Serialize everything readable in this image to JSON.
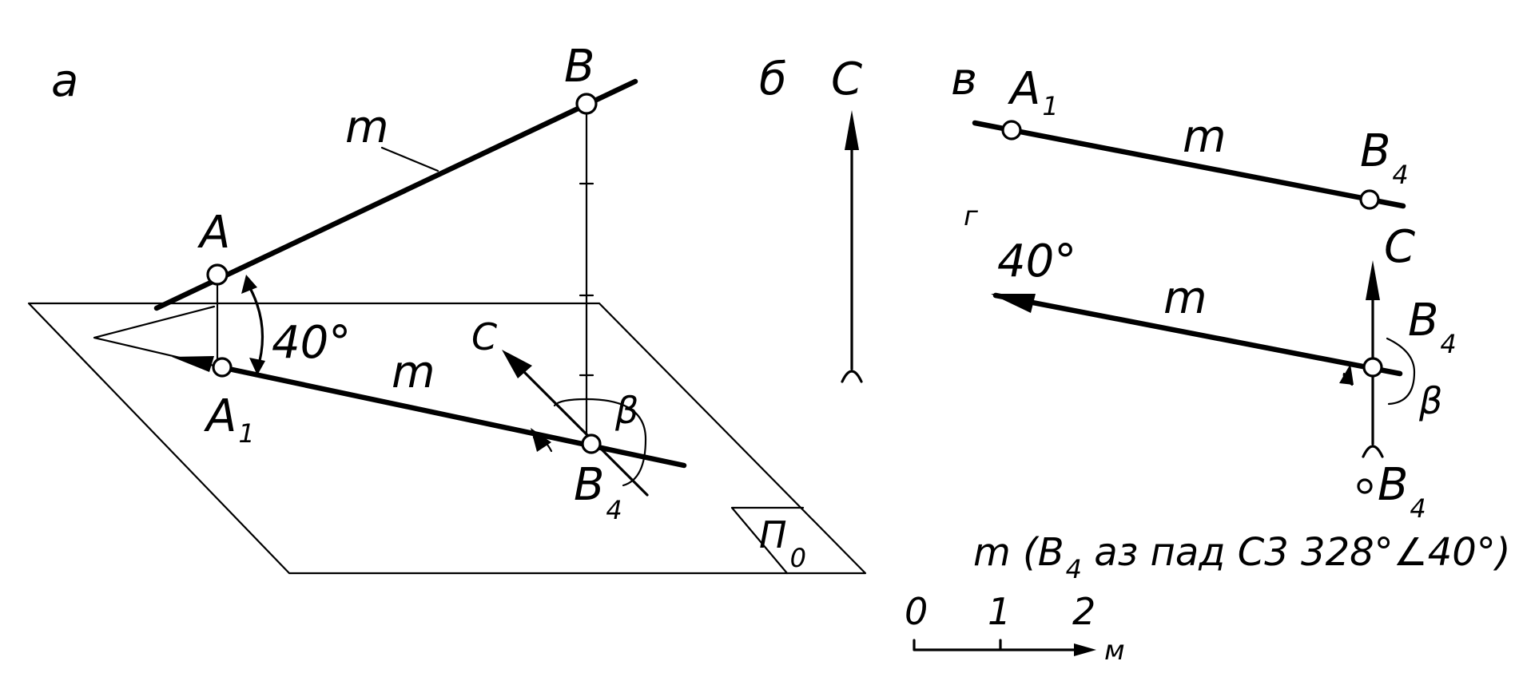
{
  "panels": {
    "a": "а",
    "b": "б",
    "v": "в",
    "g": "г"
  },
  "points": {
    "A": "A",
    "A1": "A",
    "A1_sub": "1",
    "B": "B",
    "B4": "B",
    "B4_sub": "4"
  },
  "lines": {
    "m": "m"
  },
  "symbols": {
    "north": "C",
    "beta": "β",
    "angle_deg": "40°",
    "plane": "Π",
    "plane_sub": "0"
  },
  "formula": {
    "text_pre": "m (B",
    "text_sub": "4",
    "text_post": " аз пад С3  328°∠40°)"
  },
  "scale_bar": {
    "ticks": [
      "0",
      "1",
      "2"
    ],
    "unit": "м"
  }
}
